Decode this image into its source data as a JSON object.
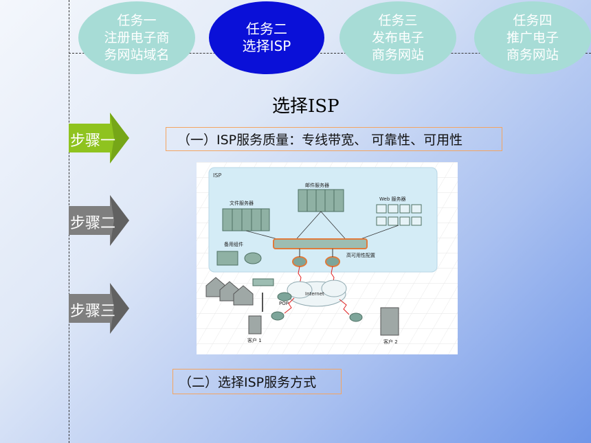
{
  "tasks": [
    {
      "line1": "任务一",
      "line2": "注册电子商",
      "line3": "务网站域名"
    },
    {
      "line1": "任务二",
      "line2": "选择ISP"
    },
    {
      "line1": "任务三",
      "line2": "发布电子",
      "line3": "商务网站"
    },
    {
      "line1": "任务四",
      "line2": "推广电子",
      "line3": "商务网站"
    }
  ],
  "title": "选择ISP",
  "steps": [
    {
      "label": "步骤一",
      "color": "#8fc31f"
    },
    {
      "label": "步骤二",
      "color": "#7f7f7f"
    },
    {
      "label": "步骤三",
      "color": "#7f7f7f"
    }
  ],
  "item1": "（一）ISP服务质量：专线带宽、 可靠性、可用性",
  "item2": "（二）选择ISP服务方式",
  "diagram": {
    "isp": "ISP",
    "mail_server": "邮件服务器",
    "file_server": "文件服务器",
    "web_server": "Web 服务器",
    "backup": "备用组件",
    "ha": "高可用性配置",
    "internet": "Internet",
    "pop": "POP",
    "client1": "客户 1",
    "client2": "客户 2"
  },
  "colors": {
    "active_task": "#0a10d8",
    "task": "#a7dcd6",
    "step_active": "#8fc31f",
    "step": "#7f7f7f",
    "box_border": "#f4a460"
  }
}
